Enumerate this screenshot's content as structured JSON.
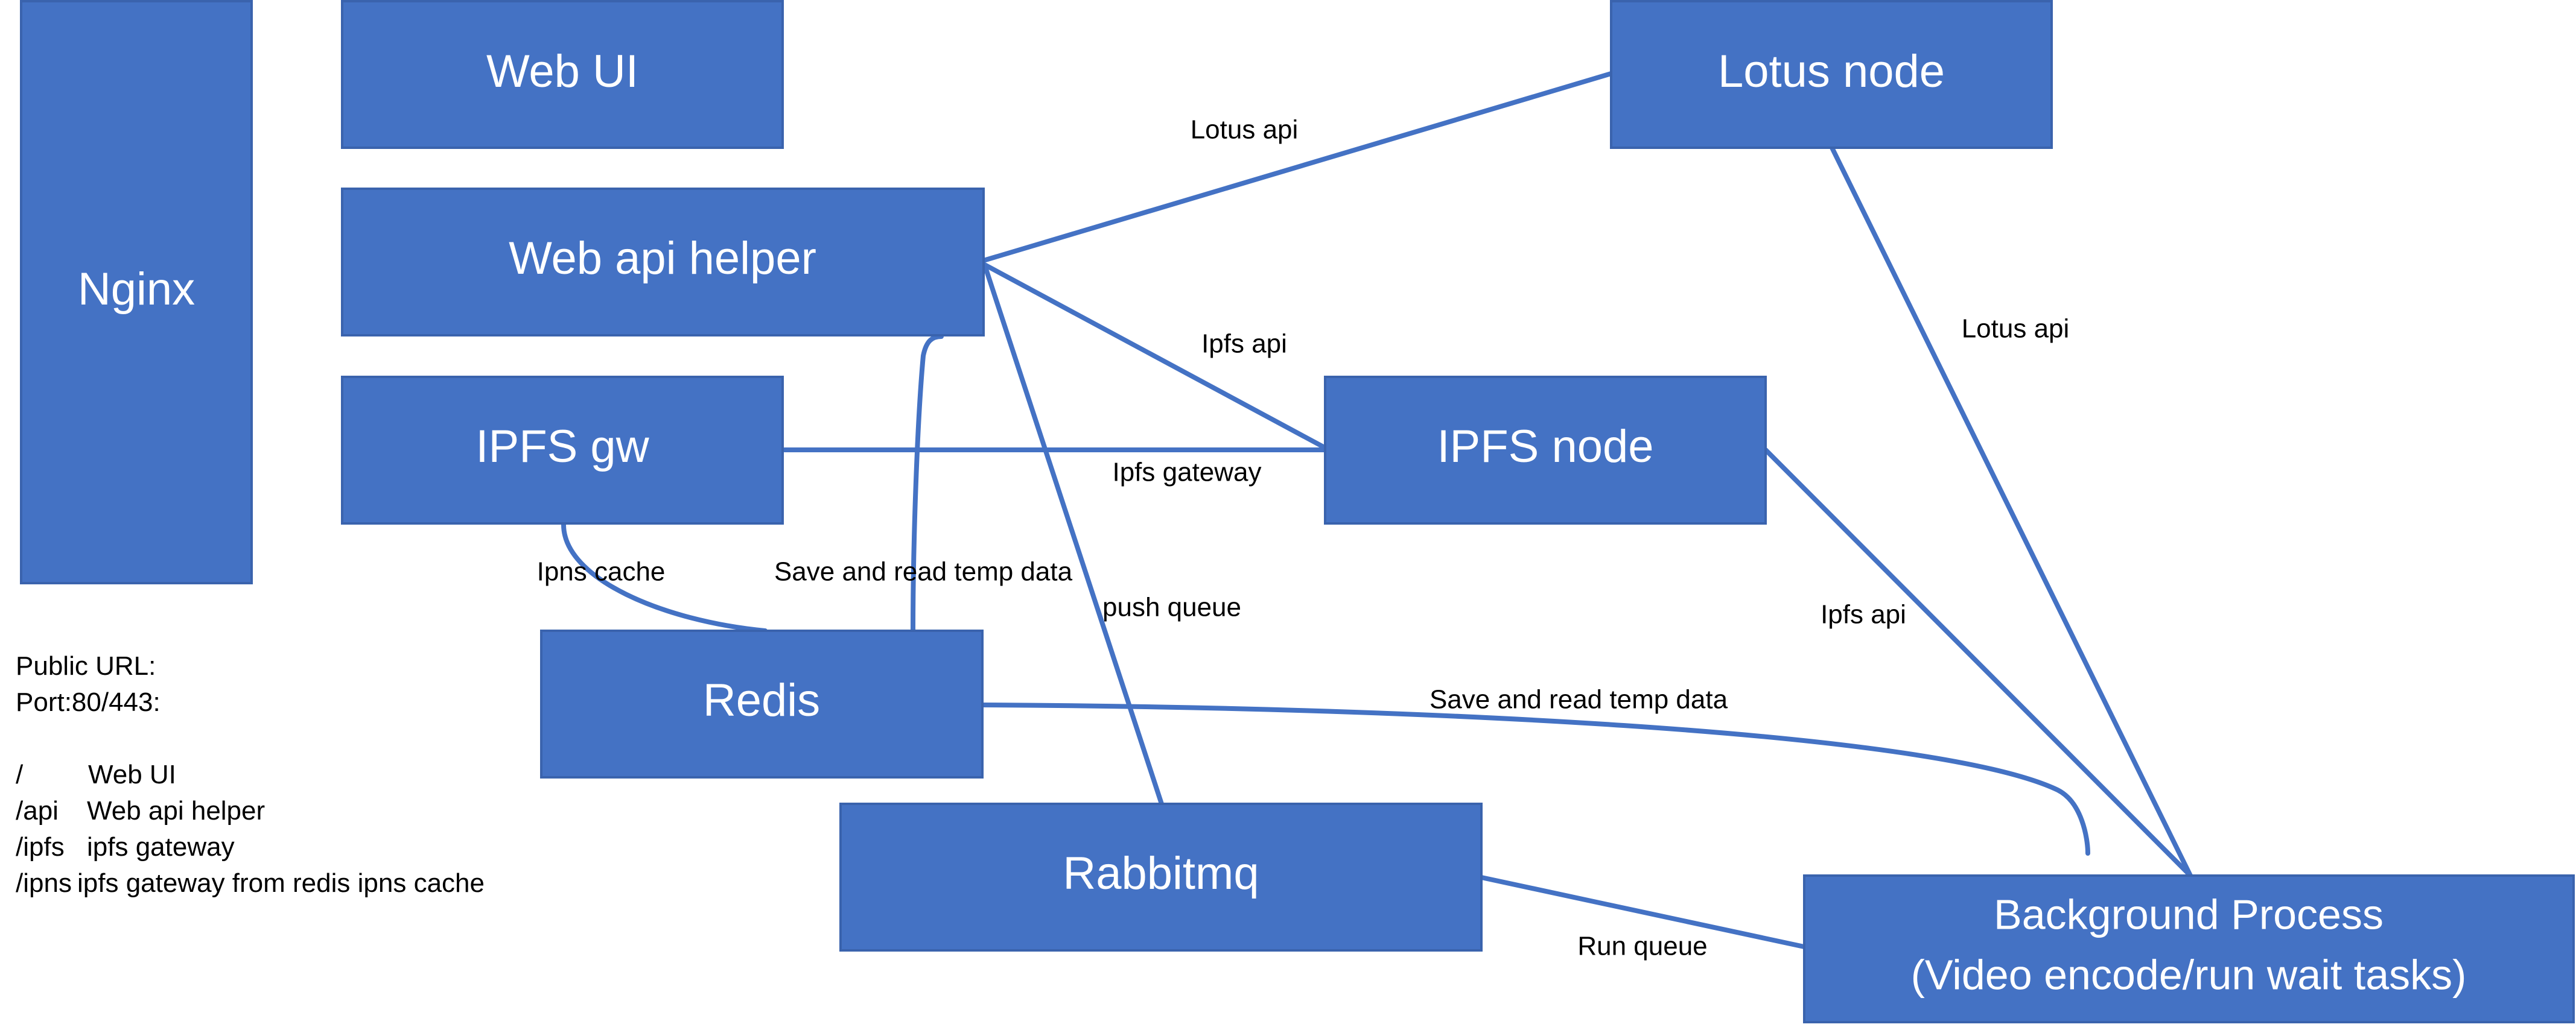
{
  "colors": {
    "box_fill": "#4472C4",
    "box_stroke": "#3A63AD",
    "edge": "#4472C4",
    "label": "#FFFFFF",
    "text": "#000000"
  },
  "nodes": {
    "nginx": "Nginx",
    "web_ui": "Web UI",
    "web_api_helper": "Web api helper",
    "ipfs_gw": "IPFS gw",
    "redis": "Redis",
    "rabbitmq": "Rabbitmq",
    "lotus_node": "Lotus node",
    "ipfs_node": "IPFS node",
    "background_process_line1": "Background Process",
    "background_process_line2": "(Video encode/run wait tasks)"
  },
  "edges": {
    "lotus_api_top": "Lotus api",
    "ipfs_api_top": "Ipfs api",
    "ipfs_gateway": "Ipfs gateway",
    "ipns_cache": "Ipns cache",
    "save_read_left": "Save and read temp data",
    "push_queue": "push queue",
    "lotus_api_right": "Lotus api",
    "ipfs_api_right": "Ipfs api",
    "save_read_right": "Save and read temp data",
    "run_queue": "Run queue"
  },
  "notes": {
    "public_url": "Public URL:",
    "port": "Port:80/443:",
    "routes": [
      {
        "path": "/",
        "target": "Web UI"
      },
      {
        "path": "/api",
        "target": "Web api helper"
      },
      {
        "path": "/ipfs",
        "target": "ipfs gateway"
      },
      {
        "path": "/ipns",
        "target": "ipfs gateway from redis ipns cache"
      }
    ]
  }
}
